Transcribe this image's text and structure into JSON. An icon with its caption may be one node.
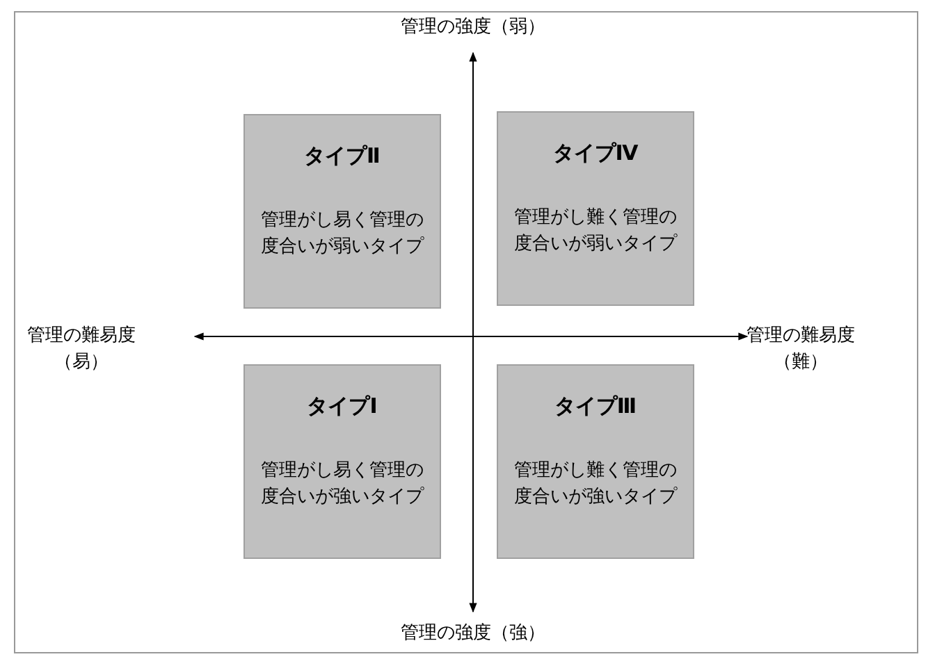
{
  "diagram": {
    "nodes": [
      {
        "text": [
          "タイプⅡ",
          "管理がし易く管理の度合いが弱いタイプ"
        ]
      },
      {
        "text": [
          "タイプⅣ",
          "管理がし難く管理の度合いが弱いタイプ"
        ]
      },
      {
        "text": [
          "タイプⅠ",
          "管理がし易く管理の度合いが強いタイプ"
        ]
      },
      {
        "text": [
          "タイプⅢ",
          "管理がし難く管理の度合いが強いタイプ"
        ]
      }
    ],
    "labels": [
      "管理の強度（弱）",
      "管理の難易度（易）",
      "管理の難易度（難）",
      "管理の強度（強）"
    ]
  }
}
